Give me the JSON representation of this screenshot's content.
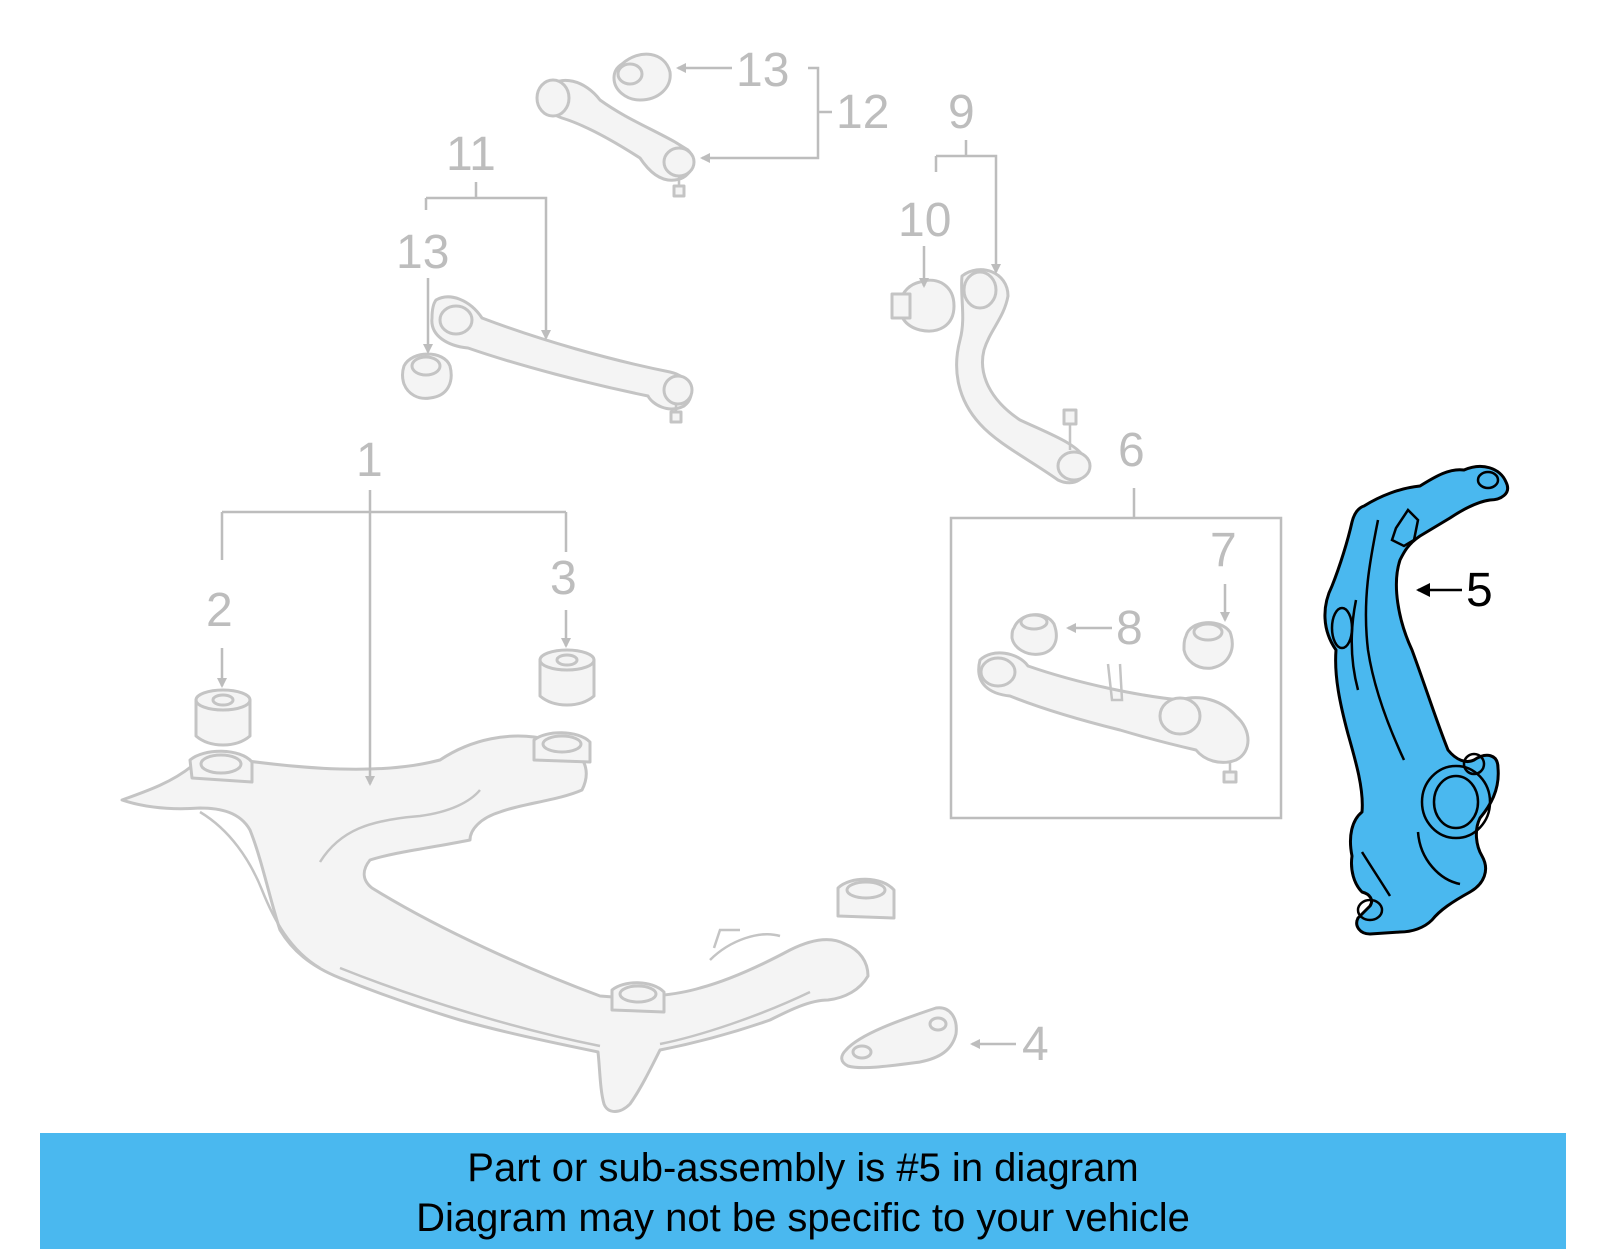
{
  "diagram": {
    "callouts": {
      "c1": "1",
      "c2": "2",
      "c3": "3",
      "c4": "4",
      "c5": "5",
      "c6": "6",
      "c7": "7",
      "c8": "8",
      "c9": "9",
      "c10": "10",
      "c11": "11",
      "c12": "12",
      "c13a": "13",
      "c13b": "13"
    },
    "highlight_color": "#4ab8ef"
  },
  "caption": {
    "line1": "Part or sub-assembly is #5 in diagram",
    "line2": "Diagram may not be specific to your vehicle"
  }
}
